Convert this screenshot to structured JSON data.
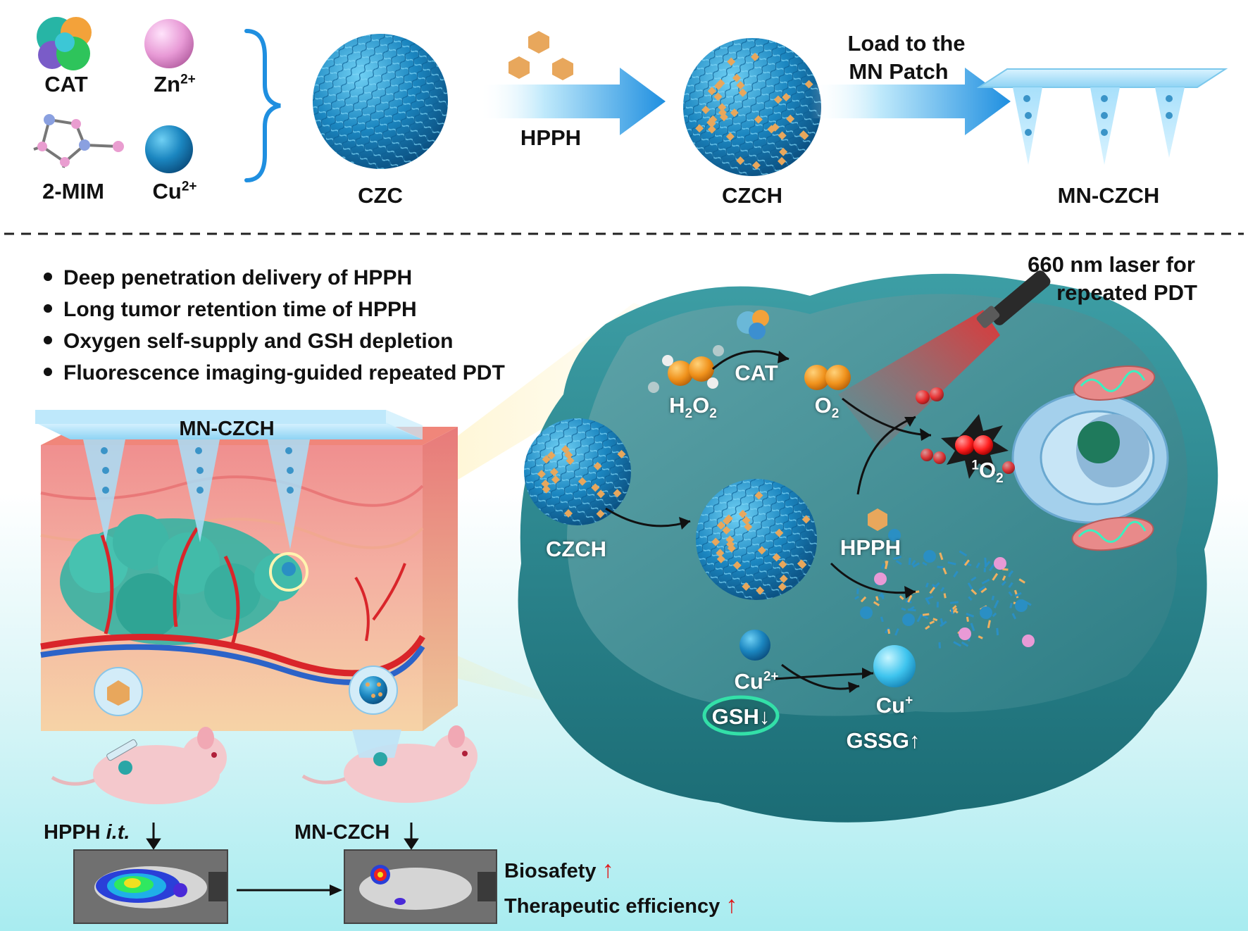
{
  "synthesis": {
    "cat_label": "CAT",
    "zn_label": "Zn",
    "zn_charge": "2+",
    "mim_label": "2-MIM",
    "cu_label": "Cu",
    "cu_charge": "2+",
    "czc_label": "CZC",
    "hpph_arrow_label": "HPPH",
    "czch_label": "CZCH",
    "load_label_line1": "Load to the",
    "load_label_line2": "MN Patch",
    "mn_czch_label": "MN-CZCH"
  },
  "features": [
    "Deep penetration delivery of HPPH",
    "Long tumor retention time of HPPH",
    "Oxygen self-supply and GSH depletion",
    "Fluorescence imaging-guided repeated PDT"
  ],
  "skin": {
    "patch_label": "MN-CZCH"
  },
  "mice": {
    "left_label": "HPPH",
    "left_label_italic": "i.t.",
    "right_label": "MN-CZCH",
    "biosafety": "Biosafety",
    "efficiency": "Therapeutic efficiency"
  },
  "cell": {
    "laser_line1": "660 nm laser for",
    "laser_line2": "repeated PDT",
    "h2o2": "H",
    "h2o2_sub1": "2",
    "h2o2_mid": "O",
    "h2o2_sub2": "2",
    "cat": "CAT",
    "o2": "O",
    "o2_sub": "2",
    "singlet_sup": "1",
    "singlet": "O",
    "singlet_sub": "2",
    "czch": "CZCH",
    "hpph": "HPPH",
    "cu2": "Cu",
    "cu2_charge": "2+",
    "cu1": "Cu",
    "cu1_charge": "+",
    "gsh": "GSH",
    "gsh_arrow": "↓",
    "gssg": "GSSG",
    "gssg_arrow": "↑"
  },
  "colors": {
    "particle_blue": "#2a8fc4",
    "hpph_orange": "#e8a75c",
    "zn_pink": "#e89ad6",
    "cell_teal": "#2d8c93",
    "laser_red": "#ff2020",
    "arrow_blue": "#1f8fe0"
  }
}
